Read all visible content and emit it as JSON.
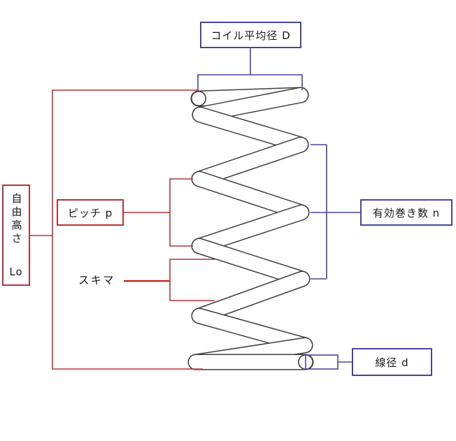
{
  "labels": {
    "coil_mean_diameter": "コイル平均径 D",
    "free_height_vertical": "自由高さ",
    "free_height_symbol": "Lo",
    "pitch": "ピッチ p",
    "clearance": "スキマ",
    "active_coils": "有効巻き数 n",
    "wire_diameter": "線径 d"
  },
  "colors": {
    "red_annotation": "#b23535",
    "dark_red_line": "#c11b1b",
    "navy_annotation": "#4646a0",
    "spring_outline": "#3f3f3f",
    "background": "#ffffff",
    "text": "#1a1a1a"
  }
}
